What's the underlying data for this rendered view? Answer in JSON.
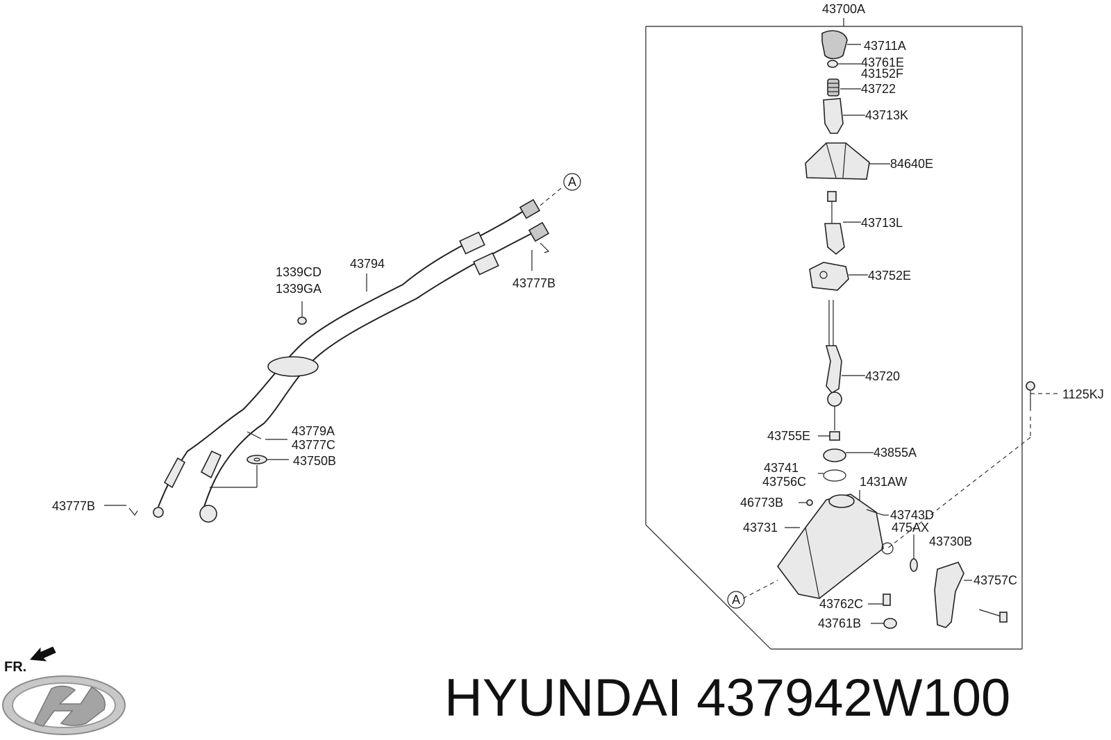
{
  "diagram": {
    "callouts": {
      "p43700A": "43700A",
      "p43711A": "43711A",
      "p43761E": "43761E",
      "p43152F": "43152F",
      "p43722": "43722",
      "p43713K": "43713K",
      "p84640E": "84640E",
      "p43713L": "43713L",
      "p43752E": "43752E",
      "p43720": "43720",
      "p1125KJ": "1125KJ",
      "p43755E": "43755E",
      "p43855A": "43855A",
      "p43741": "43741",
      "p43756C": "43756C",
      "p1431AW": "1431AW",
      "p46773B": "46773B",
      "p43743D": "43743D",
      "p475AX": "475AX",
      "p43731": "43731",
      "p43730B": "43730B",
      "p43757C": "43757C",
      "p43762C": "43762C",
      "p43761B": "43761B",
      "p43794": "43794",
      "p1339CD": "1339CD",
      "p1339GA": "1339GA",
      "p43777B_top": "43777B",
      "p43779A": "43779A",
      "p43777C": "43777C",
      "p43750B": "43750B",
      "p43777B_left": "43777B"
    },
    "ref_markers": {
      "a_top": "A",
      "a_bottom": "A"
    },
    "front_marker": "FR."
  },
  "brand": {
    "logo_icon": "hyundai-logo-icon",
    "title": "HYUNDAI 437942W100"
  }
}
